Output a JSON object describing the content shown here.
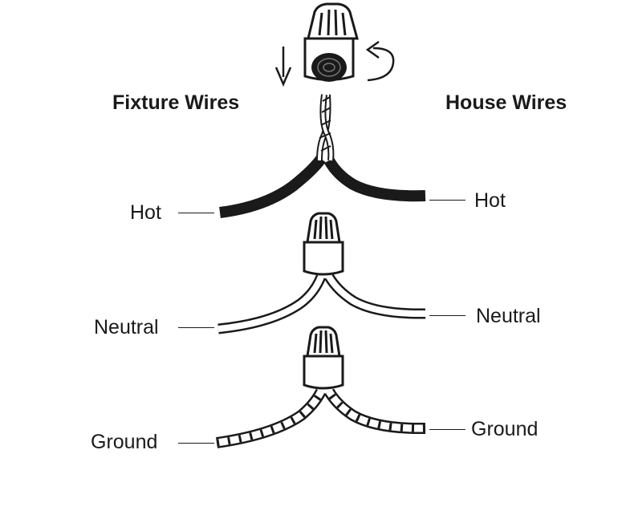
{
  "headers": {
    "fixture": "Fixture Wires",
    "house": "House Wires"
  },
  "labels": {
    "hot_left": "Hot",
    "hot_right": "Hot",
    "neutral_left": "Neutral",
    "neutral_right": "Neutral",
    "ground_left": "Ground",
    "ground_right": "Ground"
  },
  "colors": {
    "ink": "#1a1a1a",
    "paper": "#ffffff"
  },
  "icons": [
    "wire-nut-icon",
    "down-arrow-icon",
    "rotate-arrow-icon"
  ]
}
